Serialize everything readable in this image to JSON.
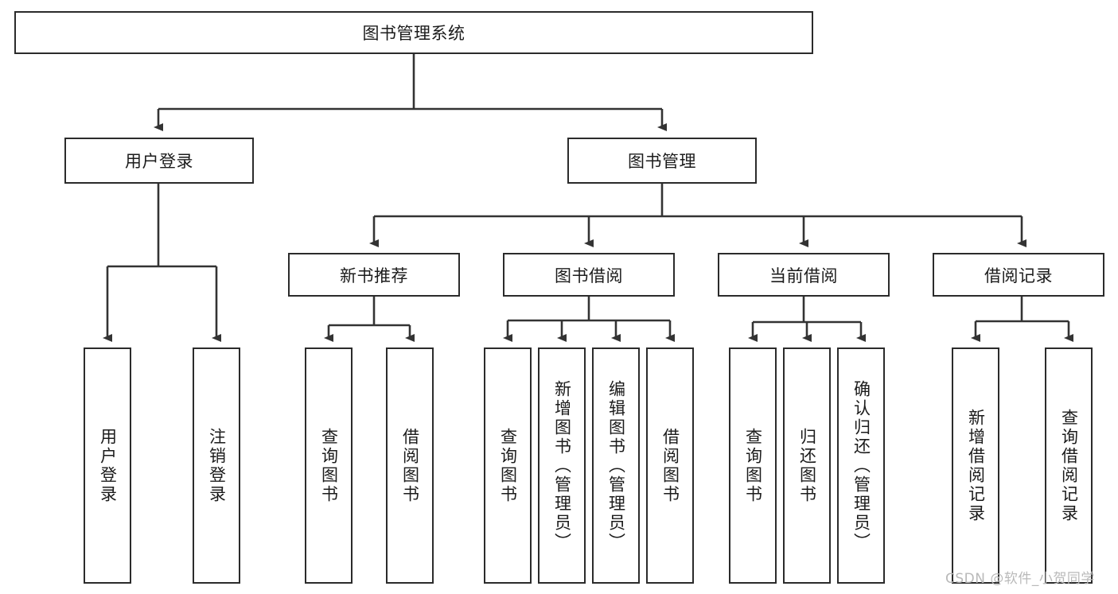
{
  "diagram": {
    "title": "图书管理系统",
    "type": "tree-hierarchy",
    "orientation": "top-down",
    "colors": {
      "border": "#2b2b2b",
      "text": "#1b1b1b",
      "background": "#ffffff",
      "connector": "#333333",
      "watermark": "#b9b9b9"
    },
    "root": {
      "label": "图书管理系统"
    },
    "level2": [
      {
        "label": "用户登录"
      },
      {
        "label": "图书管理"
      }
    ],
    "level3": [
      {
        "label": "新书推荐"
      },
      {
        "label": "图书借阅"
      },
      {
        "label": "当前借阅"
      },
      {
        "label": "借阅记录"
      }
    ],
    "leaves": {
      "user_login": [
        {
          "label": "用户登录"
        },
        {
          "label": "注销登录"
        }
      ],
      "new_book_recommend": [
        {
          "label": "查询图书"
        },
        {
          "label": "借阅图书"
        }
      ],
      "book_borrow": [
        {
          "label": "查询图书"
        },
        {
          "label": "新增图书（管理员）"
        },
        {
          "label": "编辑图书（管理员）"
        },
        {
          "label": "借阅图书"
        }
      ],
      "current_borrow": [
        {
          "label": "查询图书"
        },
        {
          "label": "归还图书"
        },
        {
          "label": "确认归还（管理员）"
        }
      ],
      "borrow_records": [
        {
          "label": "新增借阅记录"
        },
        {
          "label": "查询借阅记录"
        }
      ]
    }
  },
  "watermark": {
    "text": "CSDN @软件_小贺同学"
  }
}
